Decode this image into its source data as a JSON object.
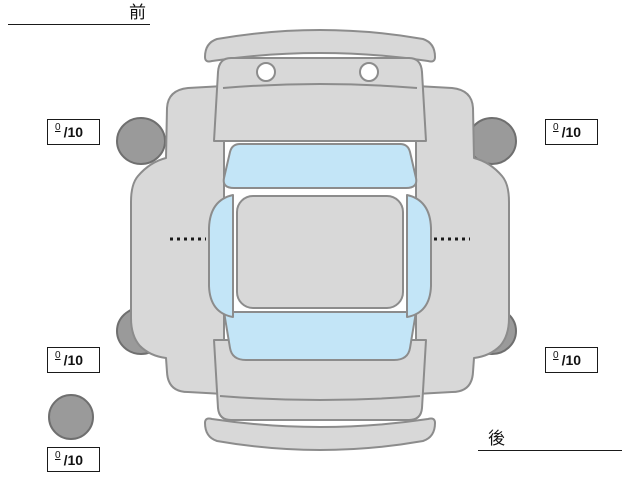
{
  "labels": {
    "front": "前",
    "rear": "後"
  },
  "tread_scores": [
    {
      "position": "front-left",
      "value": "0",
      "max": "/10"
    },
    {
      "position": "front-right",
      "value": "0",
      "max": "/10"
    },
    {
      "position": "rear-left",
      "value": "0",
      "max": "/10"
    },
    {
      "position": "rear-right",
      "value": "0",
      "max": "/10"
    },
    {
      "position": "spare",
      "value": "0",
      "max": "/10"
    }
  ],
  "icons": {
    "car_top_view_diagram": "vehicle top-down outline drawing",
    "spare_tire_icon": "circle"
  },
  "colors": {
    "car_body": "#d8d8d8",
    "car_outline": "#8c8c8c",
    "window_blue": "#c3e5f7",
    "wheel_gray": "#9a9a9a",
    "wheel_outline": "#6f6f6f",
    "text": "#111111"
  }
}
